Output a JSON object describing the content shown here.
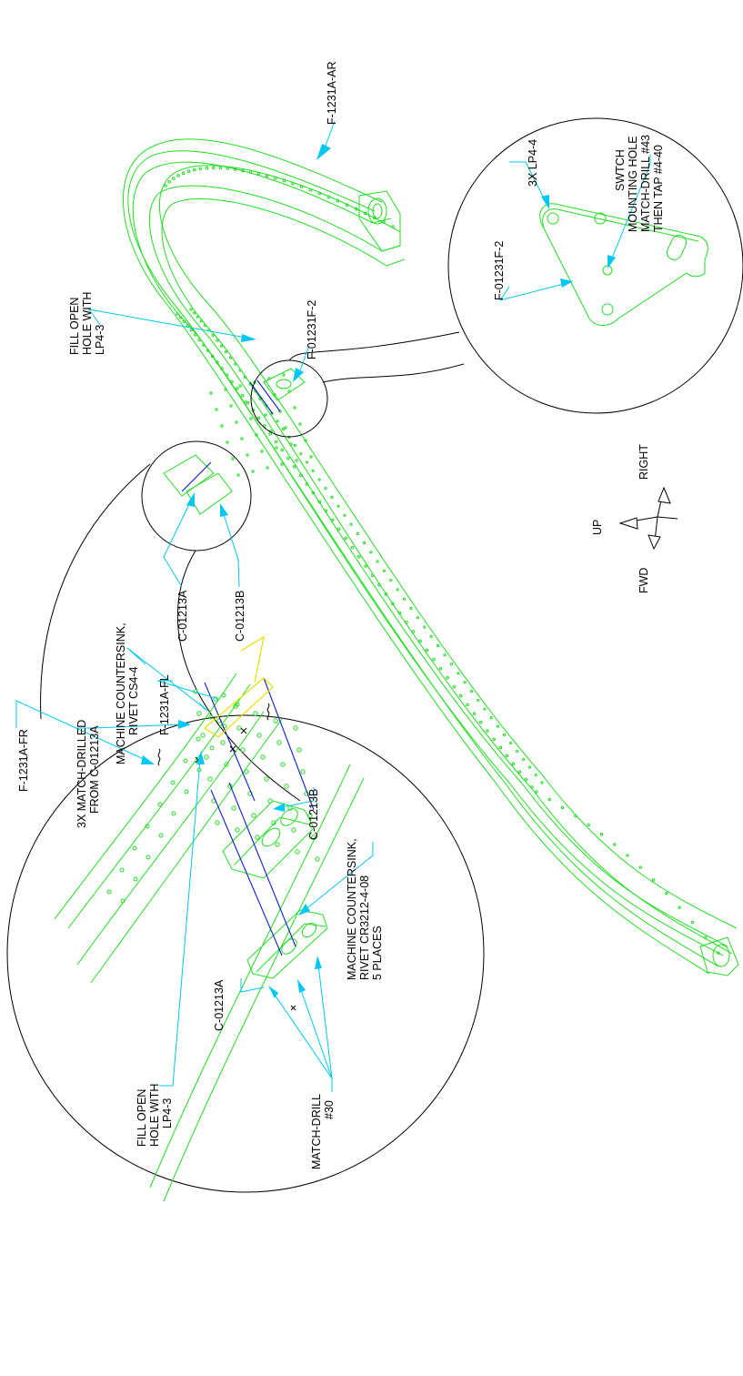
{
  "labels": {
    "ar": "F-1231A-AR",
    "fill_top_1": "FILL OPEN",
    "fill_top_2": "HOLE WITH",
    "fill_top_3": "LP4-3",
    "f0_top": "F-01231F-2",
    "f0_detail": "F-01231F-2",
    "lp44": "3X LP4-4",
    "sw_1": "SWTCH",
    "sw_2": "MOUNTING HOLE",
    "sw_3": "MATCH-DRILL #43",
    "sw_4": "THEN TAP #4-40",
    "c13a_top": "C-01213A",
    "c13b_top": "C-01213B",
    "up": "UP",
    "right": "RIGHT",
    "fwd": "FWD",
    "mc1_1": "MACHINE COUNTERSINK,",
    "mc1_2": "RIVET CS4-4",
    "fl": "F-1231A-FL",
    "x3_1": "3X MATCH-DRILLED",
    "x3_2": "FROM C-01213A",
    "fr": "F-1231A-FR",
    "c13b_low": "C-01213B",
    "mc2_1": "MACHINE COUNTERSINK,",
    "mc2_2": "RIVET CR3212-4-08",
    "mc2_3": "5 PLACES",
    "c13a_low": "C-01213A",
    "fill_low_1": "FILL OPEN",
    "fill_low_2": "HOLE WITH",
    "fill_low_3": "LP4-3",
    "md_1": "MATCH-DRILL",
    "md_2": "#30"
  },
  "colors": {
    "part": "#22dd22",
    "leader": "#00c8f0",
    "outline": "#000000",
    "rivet_line": "#1020c8",
    "highlight": "#e8e000"
  }
}
